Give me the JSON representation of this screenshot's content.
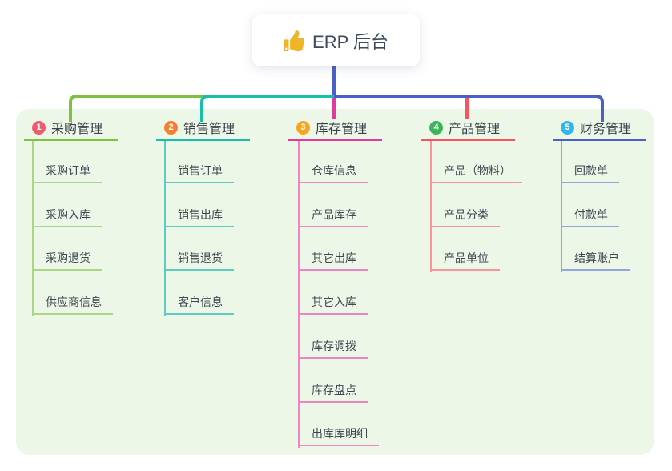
{
  "root": {
    "title": "ERP 后台",
    "icon": "thumbs-up-icon",
    "icon_color": "#f0b429"
  },
  "theme": {
    "page_bg": "#ffffff",
    "panel_bg": "#edf7e7",
    "root_connector_color": "#4a5fc8",
    "title_text_color": "#38404c",
    "child_text_color": "#3e4751"
  },
  "branches": [
    {
      "number": "1",
      "title": "采购管理",
      "badge_color": "#ee5b70",
      "line_color": "#7dc13e",
      "child_line_color": "#a9d786",
      "children": [
        "采购订单",
        "采购入库",
        "采购退货",
        "供应商信息"
      ]
    },
    {
      "number": "2",
      "title": "销售管理",
      "badge_color": "#f67f2d",
      "line_color": "#16c0ab",
      "child_line_color": "#5eccbf",
      "children": [
        "销售订单",
        "销售出库",
        "销售退货",
        "客户信息"
      ]
    },
    {
      "number": "3",
      "title": "库存管理",
      "badge_color": "#f8a41e",
      "line_color": "#e13a9c",
      "child_line_color": "#ee85c4",
      "children": [
        "仓库信息",
        "产品库存",
        "其它出库",
        "其它入库",
        "库存调拨",
        "库存盘点",
        "出库库明细"
      ]
    },
    {
      "number": "4",
      "title": "产品管理",
      "badge_color": "#3db45b",
      "line_color": "#f85460",
      "child_line_color": "#fa949b",
      "children": [
        "产品（物料）",
        "产品分类",
        "产品单位"
      ]
    },
    {
      "number": "5",
      "title": "财务管理",
      "badge_color": "#32b5e9",
      "line_color": "#4a5fc8",
      "child_line_color": "#93a5dd",
      "children": [
        "回款单",
        "付款单",
        "结算账户"
      ]
    }
  ]
}
